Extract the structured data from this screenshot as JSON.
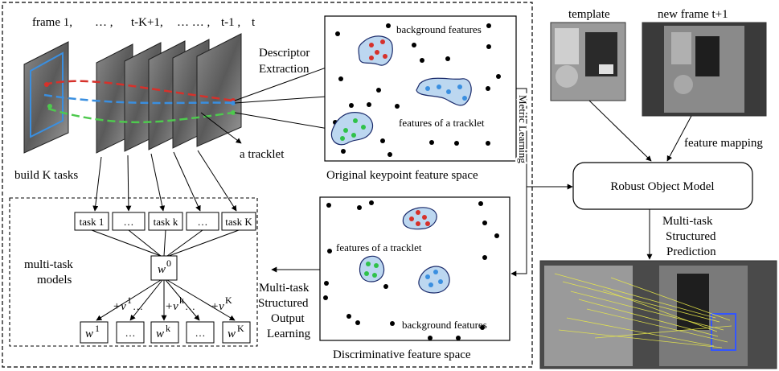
{
  "frames_header": {
    "frame_1": "frame 1,",
    "dots_1": "… ,",
    "tk1": "t-K+1,",
    "dots_2": "… … ,",
    "t1": "t-1 ,",
    "t": "t"
  },
  "labels": {
    "descriptor_extraction_1": "Descriptor",
    "descriptor_extraction_2": "Extraction",
    "a_tracklet": "a tracklet",
    "build_k_tasks": "build K tasks",
    "original_space": "Original keypoint feature space",
    "discriminative_space": "Discriminative feature space",
    "metric_learning": "Metric Learning",
    "background_features_top": "background features",
    "features_of_tracklet_top": "features of a tracklet",
    "features_of_tracklet_bottom": "features of a tracklet",
    "background_features_bottom": "background features",
    "multi_task_models_1": "multi-task",
    "multi_task_models_2": "models",
    "mtsol_1": "Multi-task",
    "mtsol_2": "Structured",
    "mtsol_3": "Output",
    "mtsol_4": "Learning",
    "template": "template",
    "new_frame": "new frame t+1",
    "feature_mapping": "feature mapping",
    "robust_object_model": "Robust Object Model",
    "mtsp_1": "Multi-task",
    "mtsp_2": "Structured",
    "mtsp_3": "Prediction"
  },
  "tasks": [
    "task 1",
    "…",
    "task k",
    "…",
    "task K"
  ],
  "model": {
    "w0": "w",
    "w0_sup": "0",
    "outputs": [
      {
        "base": "w",
        "sup": "1"
      },
      {
        "base": "…",
        "sup": ""
      },
      {
        "base": "w",
        "sup": "k"
      },
      {
        "base": "…",
        "sup": ""
      },
      {
        "base": "w",
        "sup": "K"
      }
    ],
    "offsets": [
      {
        "text": "+v",
        "sup": "1",
        "tail": "…"
      },
      {
        "text": "+v",
        "sup": "k",
        "tail": "…"
      },
      {
        "text": "+v",
        "sup": "K",
        "tail": ""
      }
    ]
  },
  "colors": {
    "blob_fill": "#bcd7f0",
    "red_dot": "#d6312b",
    "blue_dot": "#3a8fe0",
    "green_dot": "#2fc24a",
    "track_red": "#d6312b",
    "track_blue": "#3a8fe0",
    "track_green": "#4ec94e"
  }
}
